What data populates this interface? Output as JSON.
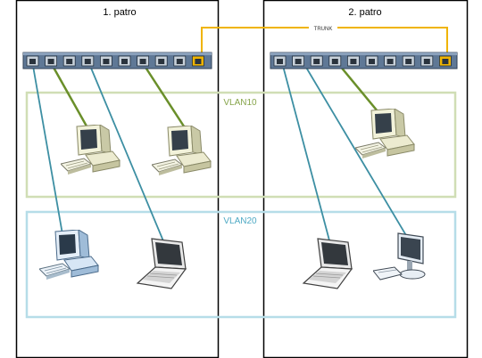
{
  "floors": [
    {
      "label": "1. patro"
    },
    {
      "label": "2. patro"
    }
  ],
  "trunk": {
    "label": "TRUNK",
    "color": "#f0b400"
  },
  "vlans": [
    {
      "label": "VLAN10",
      "color": "#c9d8a8",
      "text_color": "#86a44a",
      "link_color": "#6a8f2a"
    },
    {
      "label": "VLAN20",
      "color": "#b3dbe6",
      "text_color": "#4ea9c4",
      "link_color": "#3d8fa3"
    }
  ],
  "switch_ports_per_switch": 10,
  "devices": [
    {
      "type": "desktop-pc",
      "vlan": "VLAN10",
      "floor": "1. patro"
    },
    {
      "type": "desktop-pc",
      "vlan": "VLAN10",
      "floor": "1. patro"
    },
    {
      "type": "desktop-pc",
      "vlan": "VLAN10",
      "floor": "2. patro"
    },
    {
      "type": "desktop-pc",
      "vlan": "VLAN20",
      "floor": "1. patro"
    },
    {
      "type": "laptop",
      "vlan": "VLAN20",
      "floor": "1. patro"
    },
    {
      "type": "laptop",
      "vlan": "VLAN20",
      "floor": "2. patro"
    },
    {
      "type": "flat-monitor-pc",
      "vlan": "VLAN20",
      "floor": "2. patro"
    }
  ]
}
